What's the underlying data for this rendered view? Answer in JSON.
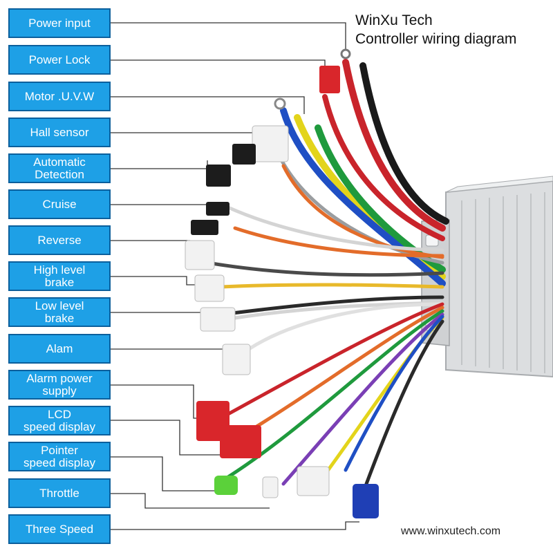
{
  "header": {
    "title_line1": "WinXu Tech",
    "title_line2": "Controller wiring diagram"
  },
  "footer": {
    "website": "www.winxutech.com"
  },
  "labels": [
    {
      "id": "power-input",
      "lines": [
        "Power input"
      ]
    },
    {
      "id": "power-lock",
      "lines": [
        "Power Lock"
      ]
    },
    {
      "id": "motor-uvw",
      "lines": [
        "Motor .U.V.W"
      ]
    },
    {
      "id": "hall-sensor",
      "lines": [
        "Hall sensor"
      ]
    },
    {
      "id": "automatic-detection",
      "lines": [
        "Automatic",
        "Detection"
      ]
    },
    {
      "id": "cruise",
      "lines": [
        "Cruise"
      ]
    },
    {
      "id": "reverse",
      "lines": [
        "Reverse"
      ]
    },
    {
      "id": "high-level-brake",
      "lines": [
        "High level",
        "brake"
      ]
    },
    {
      "id": "low-level-brake",
      "lines": [
        "Low level",
        "brake"
      ]
    },
    {
      "id": "alam",
      "lines": [
        "Alam"
      ]
    },
    {
      "id": "alarm-power-supply",
      "lines": [
        "Alarm power",
        "supply"
      ]
    },
    {
      "id": "lcd-speed-display",
      "lines": [
        "LCD",
        "speed display"
      ]
    },
    {
      "id": "pointer-speed-display",
      "lines": [
        "Pointer",
        "speed display"
      ]
    },
    {
      "id": "throttle",
      "lines": [
        "Throttle"
      ]
    },
    {
      "id": "three-speed",
      "lines": [
        "Three Speed"
      ]
    }
  ],
  "colors": {
    "label_fill": "#1ea0e6",
    "label_border": "#0b5f9c",
    "controller_body": "#dcdee0",
    "leader_line": "#333333"
  }
}
